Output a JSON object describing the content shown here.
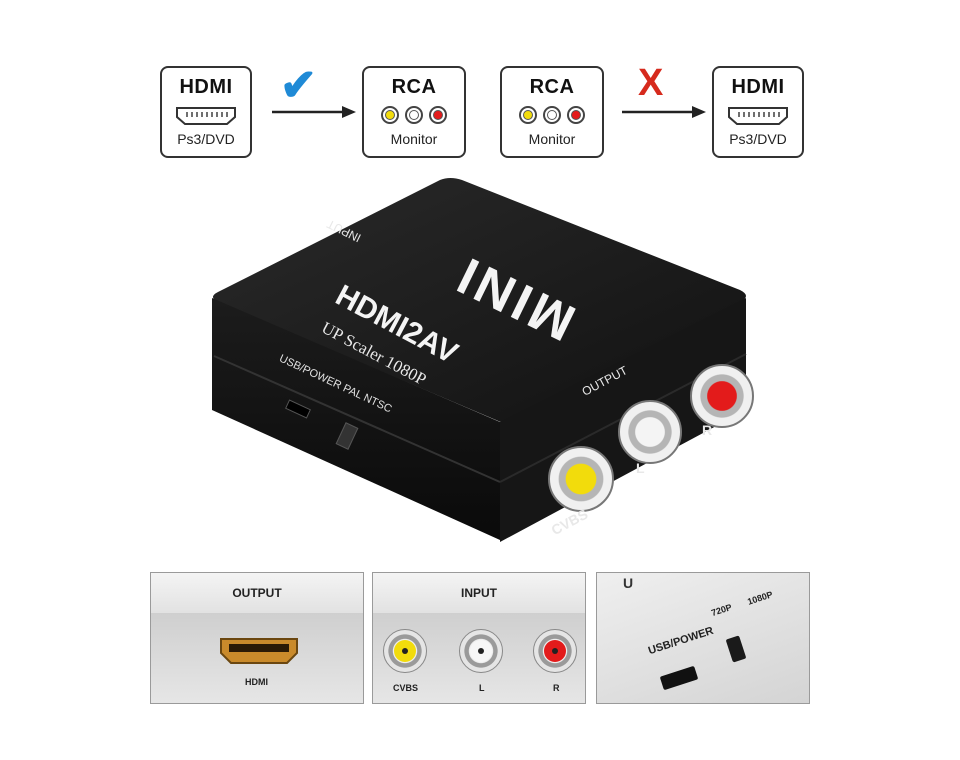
{
  "top_row": {
    "card1": {
      "title": "HDMI",
      "sub": "Ps3/DVD"
    },
    "mark1": {
      "symbol": "✔",
      "meaning": "supported",
      "color": "#1f8ad6"
    },
    "card2": {
      "title": "RCA",
      "sub": "Monitor"
    },
    "card3": {
      "title": "RCA",
      "sub": "Monitor"
    },
    "mark2": {
      "symbol": "X",
      "meaning": "not supported",
      "color": "#d62a1d"
    },
    "card4": {
      "title": "HDMI",
      "sub": "Ps3/DVD"
    }
  },
  "device": {
    "brand": "MINI",
    "model": "HDMI2AV",
    "tagline": "UP Scaler 1080P",
    "top_label": "INPUT",
    "side_label": "OUTPUT",
    "port_usb": "USB/POWER",
    "switch_pal": "PAL",
    "switch_ntsc": "NTSC",
    "jack_l": "L",
    "jack_r": "R",
    "jack_cvbs": "CVBS",
    "color": "#1b1b1b"
  },
  "panels": {
    "output": {
      "header": "OUTPUT",
      "port_label": "HDMI"
    },
    "input": {
      "header": "INPUT",
      "jacks": [
        "CVBS",
        "L",
        "R"
      ]
    },
    "power": {
      "header": "U",
      "usb_label": "USB/POWER",
      "opt1": "720P",
      "opt2": "1080P"
    }
  },
  "jack_colors": {
    "yellow": "#f2dc0c",
    "white": "#f2f2f2",
    "red": "#e31b1b"
  }
}
